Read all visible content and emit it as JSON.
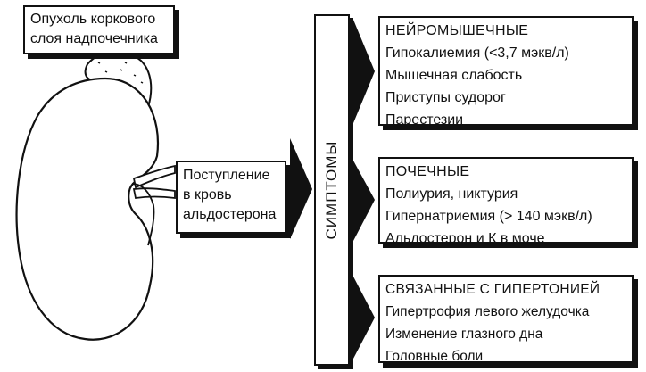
{
  "tumor_label": {
    "lines": [
      "Опухоль коркового",
      "слоя  надпочечника"
    ]
  },
  "release_label": {
    "lines": [
      "Поступление",
      "в кровь",
      "альдостерона"
    ]
  },
  "symptoms_label": "СИМПТОМЫ",
  "groups": [
    {
      "heading": "НЕЙРОМЫШЕЧНЫЕ",
      "items": [
        "Гипокалиемия (<3,7 мэкв/л)",
        "Мышечная слабость",
        "Приступы судорог",
        "Парестезии"
      ]
    },
    {
      "heading": "ПОЧЕЧНЫЕ",
      "items": [
        "Полиурия, никтурия",
        "Гипернатриемия (> 140 мэкв/л)",
        "Альдостерон и К в моче"
      ]
    },
    {
      "heading": "СВЯЗАННЫЕ С ГИПЕРТОНИЕЙ",
      "items": [
        "Гипертрофия левого желудочка",
        "Изменение глазного дна",
        "Головные боли"
      ]
    }
  ],
  "colors": {
    "ink": "#111111",
    "background": "#ffffff"
  }
}
